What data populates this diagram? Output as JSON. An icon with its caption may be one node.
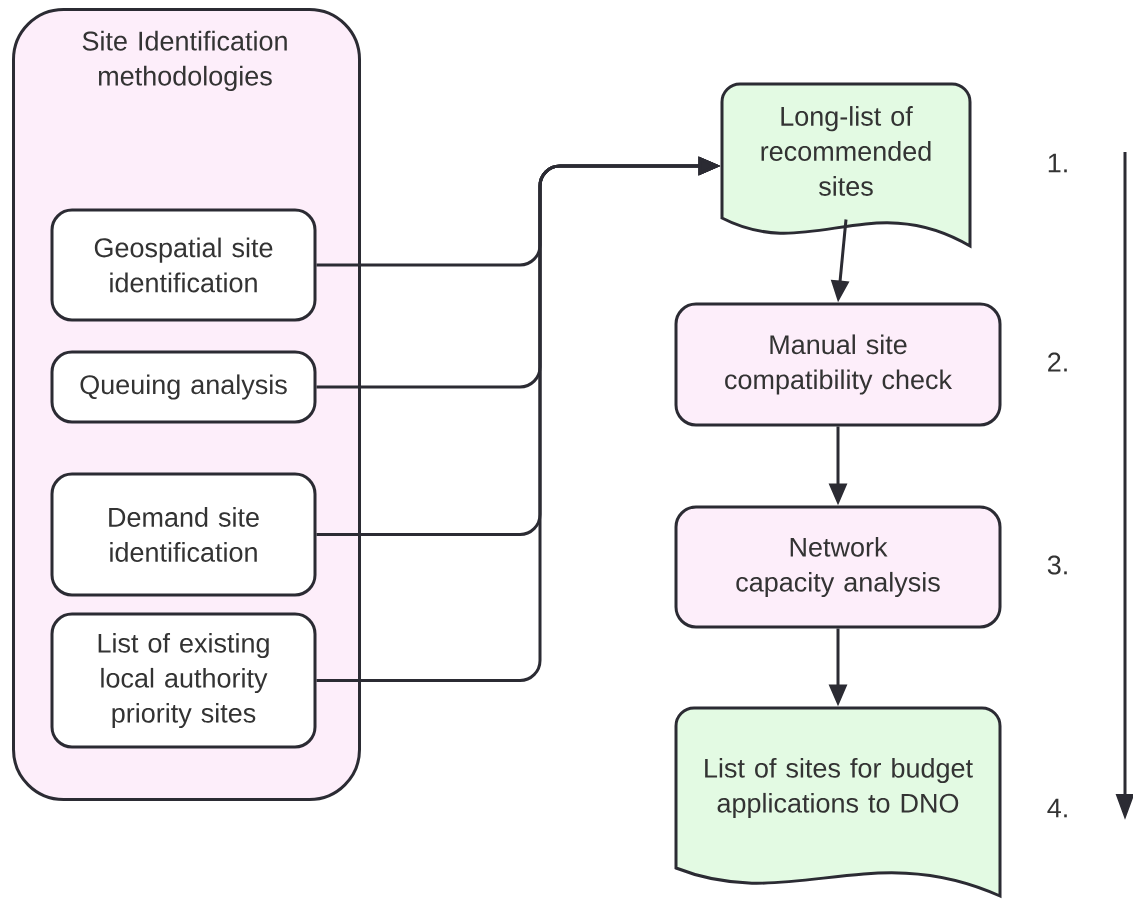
{
  "diagram": {
    "nodes": [
      {
        "text": [
          "Site Identification methodologies"
        ]
      },
      {
        "text": [
          "Geospatial site identification"
        ],
        "in": 0
      },
      {
        "text": [
          "Queuing analysis"
        ],
        "in": 0
      },
      {
        "text": [
          "Demand site identification"
        ],
        "in": 0
      },
      {
        "text": [
          "List of existing local authority priority sites"
        ],
        "in": 0
      },
      {
        "text": [
          "Long-list of recommended sites"
        ]
      },
      {
        "text": [
          "Manual site compatibility check"
        ]
      },
      {
        "text": [
          "Network capacity analysis"
        ]
      },
      {
        "text": [
          "List of sites for budget applications to DNO"
        ]
      }
    ],
    "edges": [
      {
        "from": 1,
        "to": 5,
        "arrow": "to"
      },
      {
        "from": 2,
        "to": 5,
        "arrow": "to"
      },
      {
        "from": 3,
        "to": 5,
        "arrow": "to"
      },
      {
        "from": 4,
        "to": 5,
        "arrow": "to"
      },
      {
        "from": 5,
        "to": 6,
        "arrow": "to"
      },
      {
        "from": 6,
        "to": 7,
        "arrow": "to"
      },
      {
        "from": 7,
        "to": 8,
        "arrow": "to"
      }
    ],
    "labels": [
      "1.",
      "2.",
      "3.",
      "4."
    ]
  }
}
